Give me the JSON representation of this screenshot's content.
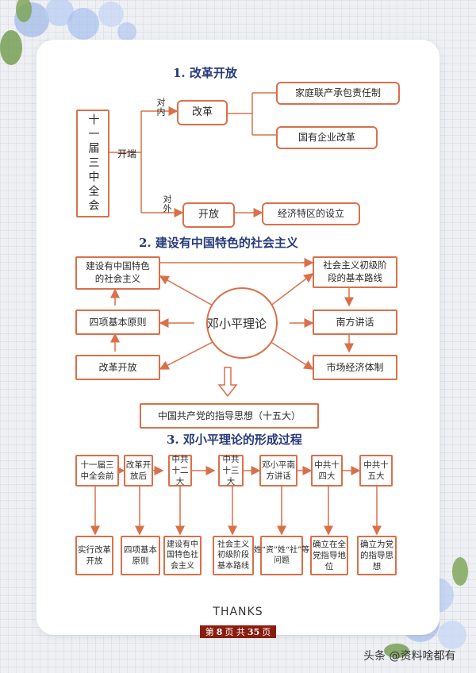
{
  "section1": {
    "title": "1. 改革开放",
    "root": "十一届三中全会",
    "start": "开端",
    "inner": "对内",
    "outer": "对外",
    "reform": "改革",
    "opening": "开放",
    "household": "家庭联产承包责任制",
    "soe": "国有企业改革",
    "sez": "经济特区的设立"
  },
  "section2": {
    "title": "2. 建设有中国特色的社会主义",
    "center": "邓小平理论",
    "left": [
      "建设有中国特色的社会主义",
      "四项基本原则",
      "改革开放"
    ],
    "right": [
      "社会主义初级阶段的基本路线",
      "南方讲话",
      "市场经济体制"
    ],
    "bottom": "中国共产党的指导思想（十五大）"
  },
  "section3": {
    "title": "3. 邓小平理论的形成过程",
    "top": [
      "十一届三中全会前",
      "改革开放后",
      "中共十二大",
      "中共十三大",
      "邓小平南方讲话",
      "中共十四大",
      "中共十五大"
    ],
    "bottom": [
      "实行改革开放",
      "四项基本原则",
      "建设有中国特色社会主义",
      "社会主义初级阶段基本路线",
      "姓“资”姓“社”等问题",
      "确立在全党指导地位",
      "确立为党的指导思想"
    ]
  },
  "footer": {
    "thanks": "THANKS",
    "page_prefix": "第",
    "page_num": "8",
    "page_mid": "页 共",
    "page_total": "35",
    "page_suffix": "页",
    "watermark": "头条 @资料啥都有"
  },
  "colors": {
    "border": "#d9704a",
    "heading": "#263a7a",
    "pager": "#8b1d0f"
  }
}
